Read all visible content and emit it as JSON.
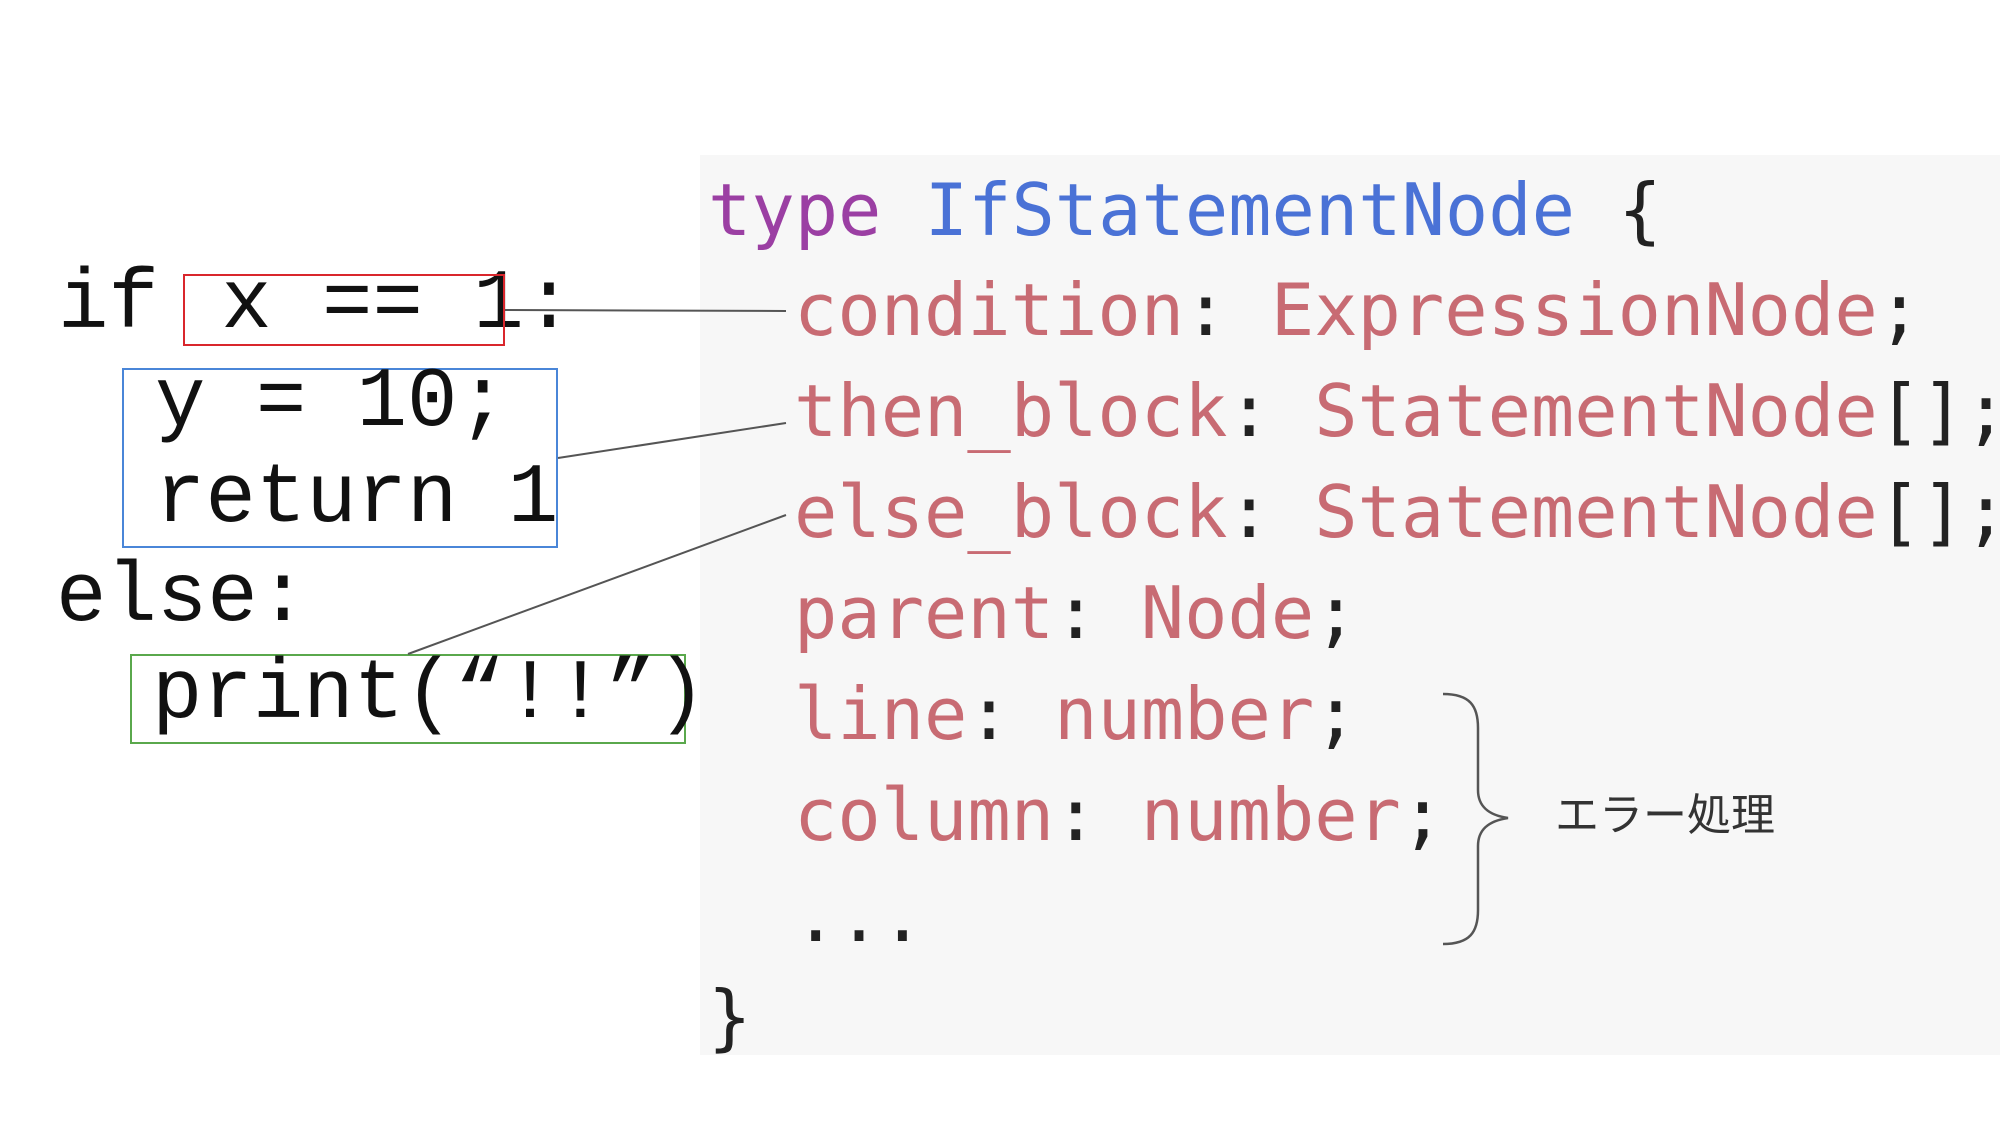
{
  "source": {
    "if_kw": "if ",
    "condition": "x == 1",
    "colon": ":",
    "then_lines": [
      "y = 10;",
      "return 1"
    ],
    "else_line": "else:",
    "else_body": "print(“!!”)"
  },
  "code": {
    "type_kw": "type",
    "type_name": "IfStatementNode",
    "open_brace": "{",
    "fields": [
      {
        "name": "condition",
        "sep": ": ",
        "type": "ExpressionNode",
        "end": ";"
      },
      {
        "name": "then_block",
        "sep": ": ",
        "type": "StatementNode",
        "end": "[];"
      },
      {
        "name": "else_block",
        "sep": ": ",
        "type": "StatementNode",
        "end": "[];"
      },
      {
        "name": "parent",
        "sep": ": ",
        "type": "Node",
        "end": ";"
      },
      {
        "name": "line",
        "sep": ": ",
        "type": "number",
        "end": ";"
      },
      {
        "name": "column",
        "sep": ": ",
        "type": "number",
        "end": ";"
      }
    ],
    "ellipsis": "...",
    "close_brace": "}"
  },
  "annotation": {
    "label": "エラー処理"
  },
  "colors": {
    "keyword": "#9b3fa3",
    "type_name": "#4a72d6",
    "field": "#c86b73",
    "condition_box": "#d9262c",
    "then_box": "#4a86d8",
    "else_box": "#5aa84c",
    "connector": "#555555"
  }
}
